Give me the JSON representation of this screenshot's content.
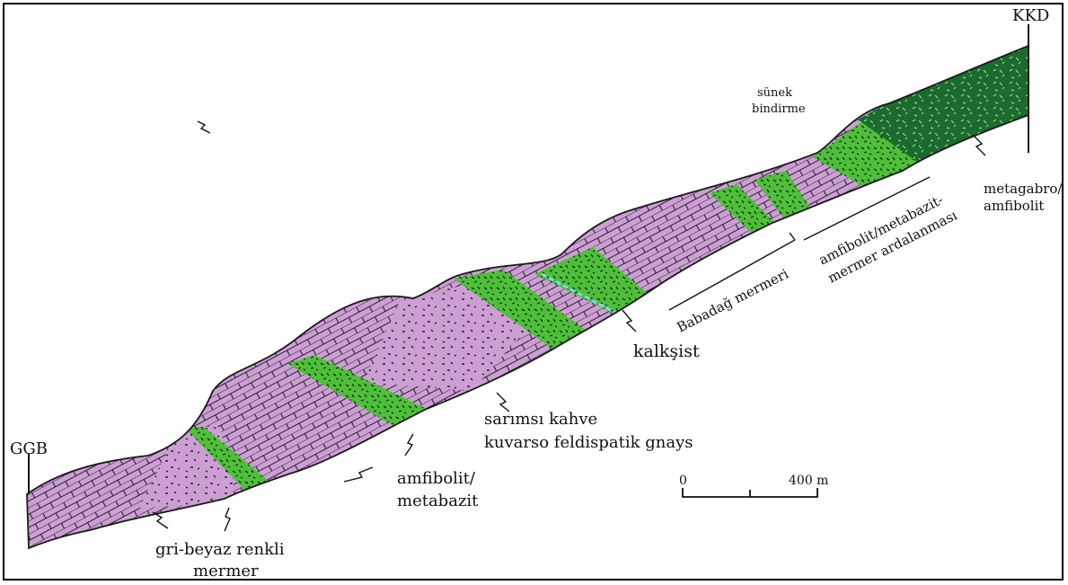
{
  "ends": {
    "left": "GGB",
    "right": "KKD"
  },
  "labels": {
    "ductile_thrust": [
      "sünek",
      "bindirme"
    ],
    "metagabbro": [
      "metagabro/",
      "amfibolit"
    ],
    "amphibolite_interbed": [
      "amfibolit/metabazit-",
      "mermer ardalanması"
    ],
    "babadag_marble": "Babadağ mermeri",
    "calcschist": "kalkşist",
    "gneiss": [
      "sarımsı kahve",
      "kuvarso feldispatik gnays"
    ],
    "amphibolite": [
      "amfibolit/",
      "metabazit"
    ],
    "marble": [
      "gri-beyaz renkli",
      "mermer"
    ]
  },
  "scale": {
    "start": "0",
    "end": "400 m"
  },
  "colors": {
    "marble": "#cc9fd3",
    "amphibolite": "#4fbf3a",
    "metagabbro": "#1b6b2e",
    "metagabbro_light": "#3d8f3f",
    "outline": "#1a1a1a"
  }
}
